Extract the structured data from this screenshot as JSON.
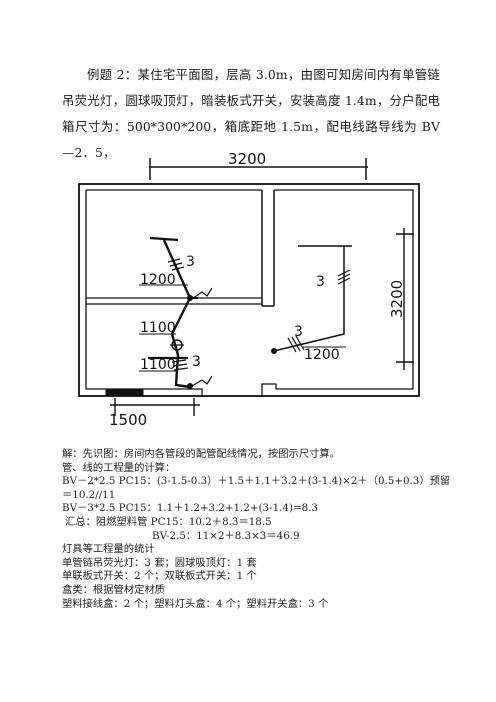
{
  "intro": {
    "paragraph": "例题 2：某住宅平面图，层高 3.0m，由图可知房间内有单管链吊荧光灯，圆球吸顶灯，暗装板式开关，安装高度 1.4m，分户配电箱尺寸为：500*300*200，箱底距地 1.5m，配电线路导线为 BV—2．5，"
  },
  "drawing": {
    "dim_top": "3200",
    "dim_right": "3200",
    "dim_bottom": "1500",
    "label_1200_upper": "1200",
    "label_1100_mid": "1100",
    "label_1100_lower": "1100",
    "label_1200_right": "1200",
    "wires_3_upper": "3",
    "wires_3_right": "3",
    "wires_3_bottom_right": "3",
    "wires_3_lower": "3"
  },
  "solution": {
    "line1": "解：先识图：房间内各管段的配管配线情况，按图示尺寸算。",
    "line2": "管、线的工程量的计算：",
    "line3": "BV－2*2.5 PC15：(3-1.5-0.3）＋1.5＋1.1＋3.2＋(3-1.4)×2＋（0.5+0.3）预留",
    "line4": "＝10.2//11",
    "line5": "BV－3*2.5 PC15：1.1＋1.2+3.2+1.2+(3-1.4)=8.3",
    "line6": "汇总：阻燃塑料管 PC15：10.2＋8.3＝18.5",
    "line7": "BV-2.5：11×2＋8.3×3＝46.9",
    "line8": "灯具等工程量的统计",
    "line9": "单管链吊荧光灯：3 套；圆球吸顶灯：1 套",
    "line10": "单联板式开关：2 个；双联板式开关：1 个",
    "line11": "盒类：根据管材定材质",
    "line12": "塑料接线盒：2 个；塑料灯头盒：4 个；塑料开关盒：3 个"
  }
}
